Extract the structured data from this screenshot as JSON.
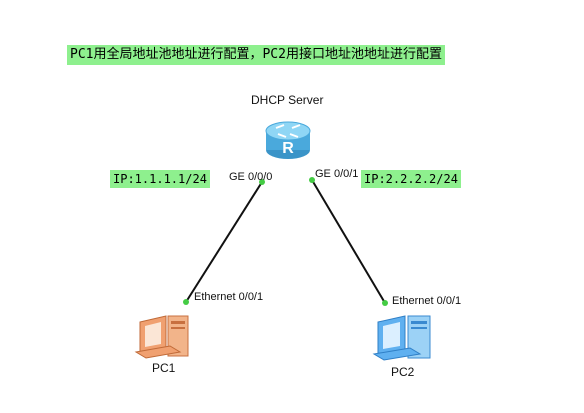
{
  "banner": {
    "text": "PC1用全局地址池地址进行配置，PC2用接口地址池地址进行配置"
  },
  "server": {
    "label": "DHCP Server",
    "icon": "router-icon",
    "icon_letter": "R",
    "color": "#5bbfe8"
  },
  "links": [
    {
      "server_port": "GE 0/0/0",
      "ip": "IP:1.1.1.1/24",
      "pc_port": "Ethernet 0/0/1"
    },
    {
      "server_port": "GE 0/0/1",
      "ip": "IP:2.2.2.2/24",
      "pc_port": "Ethernet 0/0/1"
    }
  ],
  "pcs": [
    {
      "label": "PC1",
      "icon": "pc-icon",
      "color": "#f0a070"
    },
    {
      "label": "PC2",
      "icon": "pc-icon",
      "color": "#5fb0f0"
    }
  ],
  "colors": {
    "highlight": "#8ef08e",
    "link_dot": "#44cc44",
    "line": "#111111"
  }
}
